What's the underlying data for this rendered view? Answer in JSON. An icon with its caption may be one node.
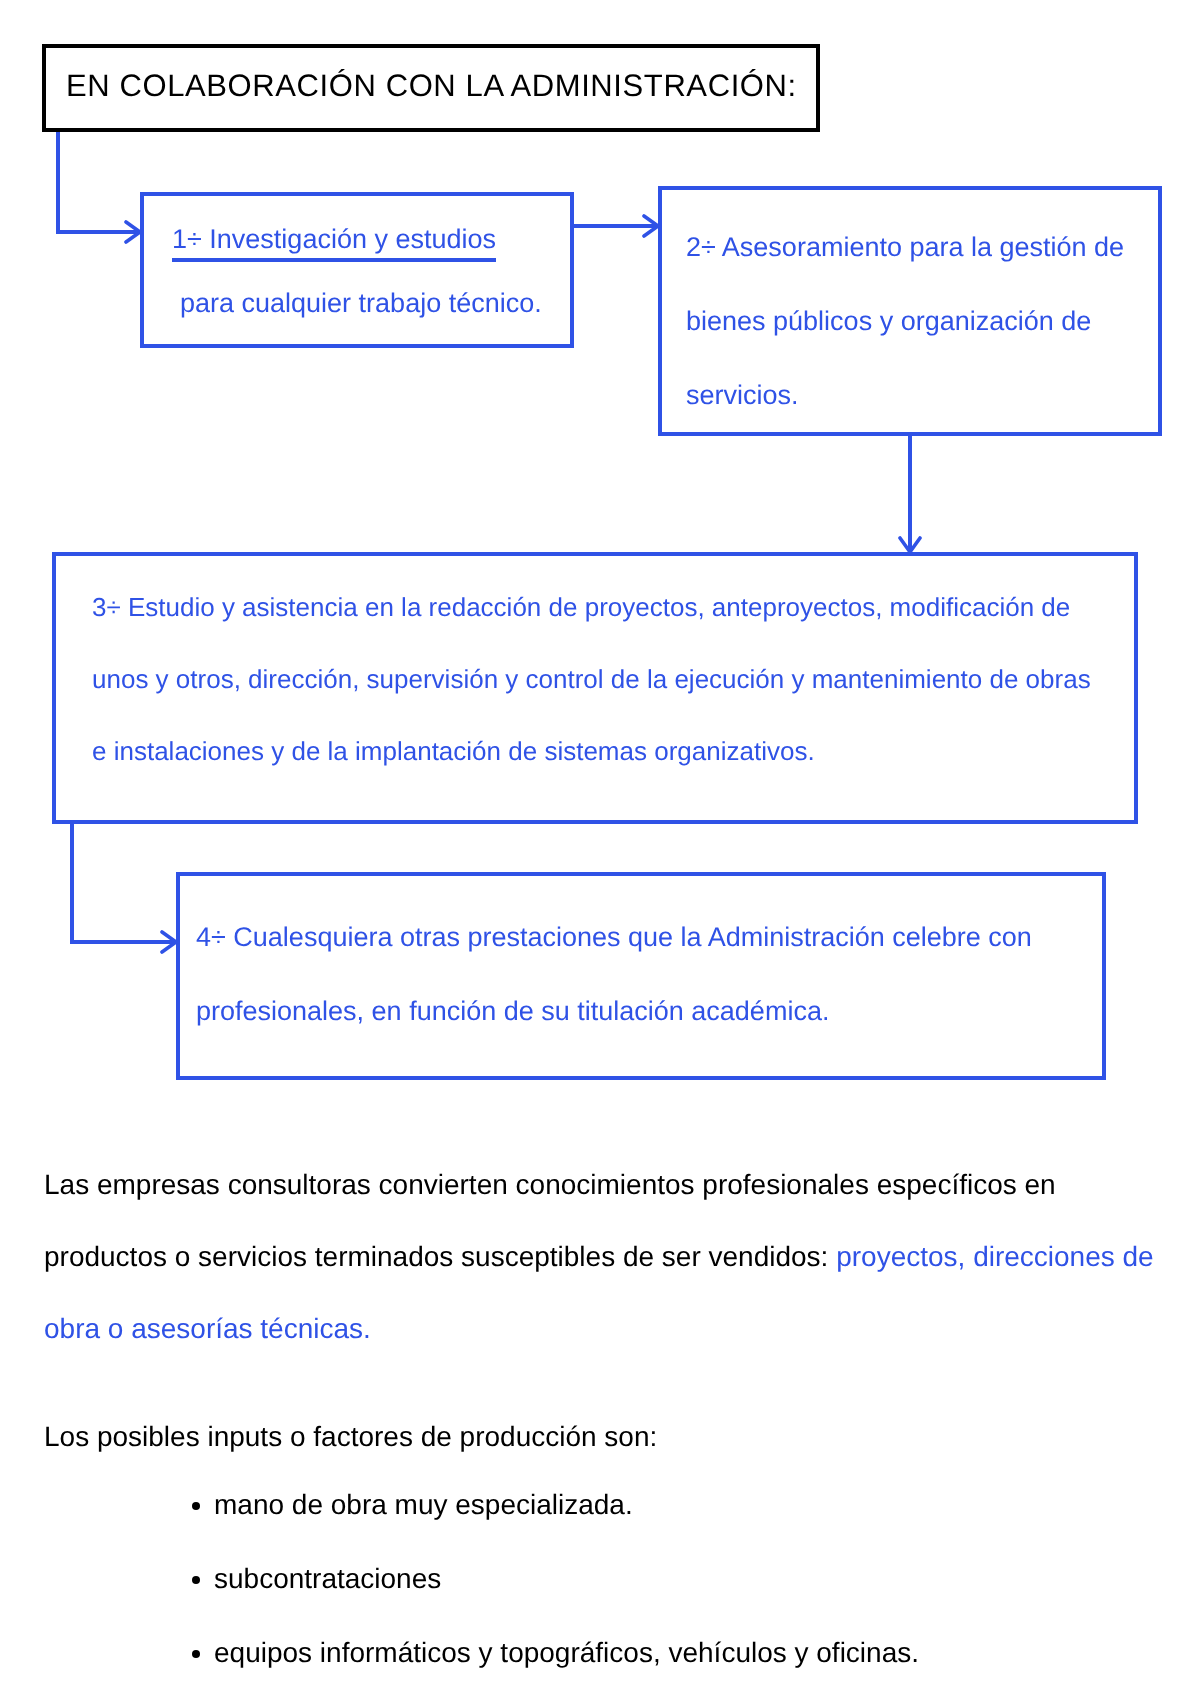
{
  "diagram": {
    "nodes": [
      {
        "text": [
          "EN COLABORACIÓN CON LA ADMINISTRACIÓN:"
        ]
      },
      {
        "text": [
          "1÷ Investigación y estudios",
          "para cualquier trabajo técnico."
        ]
      },
      {
        "text": [
          "2÷ Asesoramiento para la gestión de bienes públicos y organización de servicios."
        ]
      },
      {
        "text": [
          "3÷ Estudio y asistencia en la redacción de proyectos, anteproyectos, modificación de unos y otros, dirección, supervisión y control de la ejecución y mantenimiento de obras e instalaciones y de la implantación de sistemas organizativos."
        ]
      },
      {
        "text": [
          "4÷ Cualesquiera otras prestaciones que la Administración celebre con profesionales, en función de su titulación académica."
        ]
      }
    ],
    "edges": [
      {
        "from": 0,
        "to": 1,
        "arrow": "to"
      },
      {
        "from": 1,
        "to": 2,
        "arrow": "to"
      },
      {
        "from": 2,
        "to": 3,
        "arrow": "to"
      },
      {
        "from": 3,
        "to": 4,
        "arrow": "to"
      }
    ],
    "labels": [
      "Las empresas consultoras convierten conocimientos profesionales específicos en productos o servicios terminados susceptibles de ser vendidos:",
      "proyectos, direcciones de obra o asesorías técnicas.",
      "Los posibles inputs o factores de producción son:",
      "mano de obra muy especializada.",
      "subcontrataciones",
      "equipos informáticos y topográficos, vehículos y oficinas."
    ]
  }
}
